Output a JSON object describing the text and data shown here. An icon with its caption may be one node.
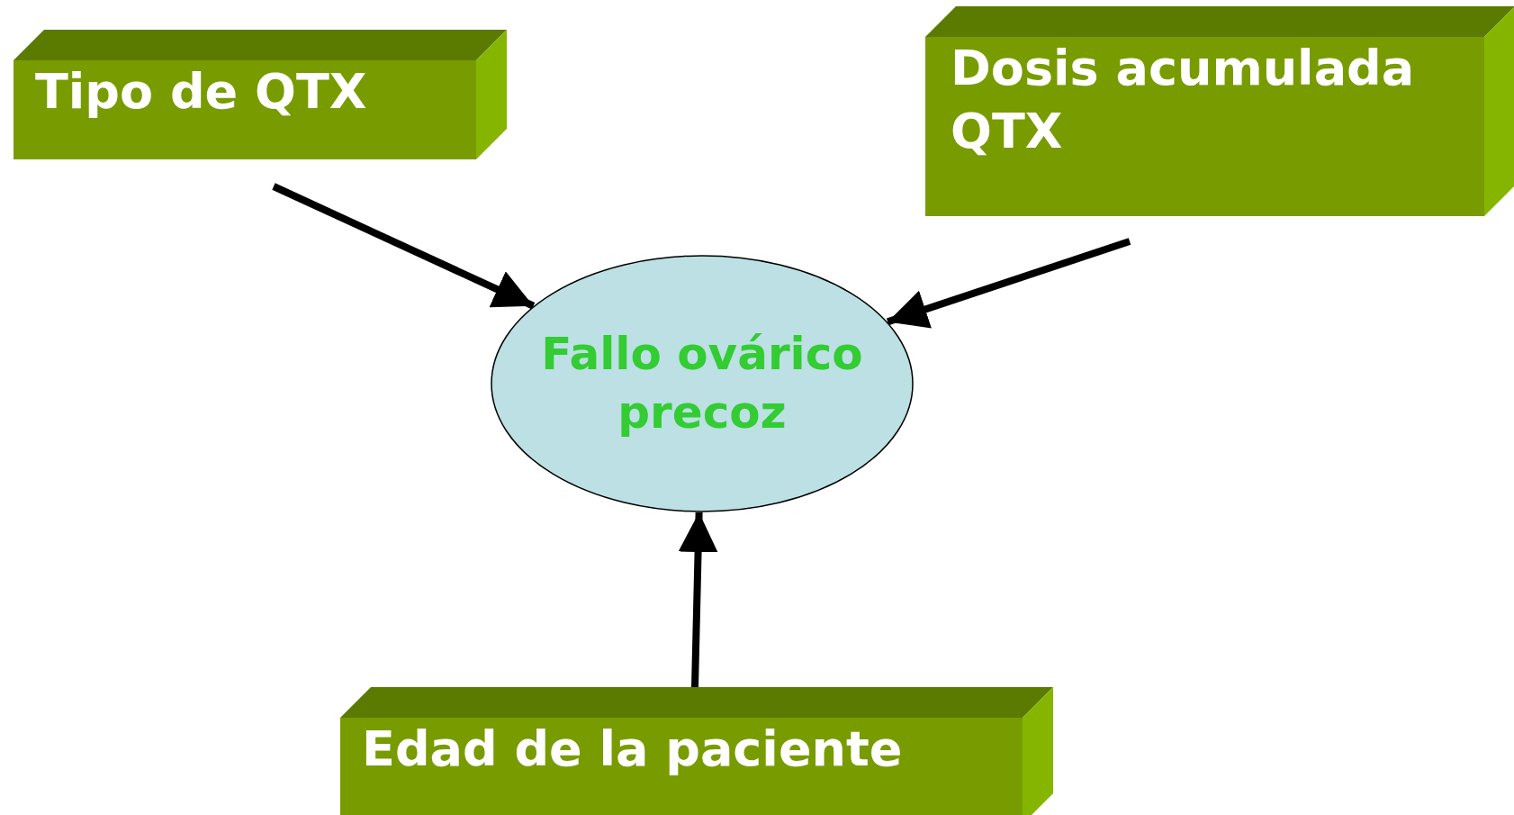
{
  "diagram": {
    "nodes": [
      {
        "text": [
          "Tipo de QTX"
        ]
      },
      {
        "text": [
          "Dosis acumulada QTX"
        ]
      },
      {
        "text": [
          "Fallo ovárico precoz"
        ]
      },
      {
        "text": [
          "Edad de la paciente"
        ]
      }
    ],
    "edges": [
      {
        "from": 0,
        "to": 2,
        "arrow": "to"
      },
      {
        "from": 1,
        "to": 2,
        "arrow": "to"
      },
      {
        "from": 3,
        "to": 2,
        "arrow": "to"
      }
    ]
  }
}
